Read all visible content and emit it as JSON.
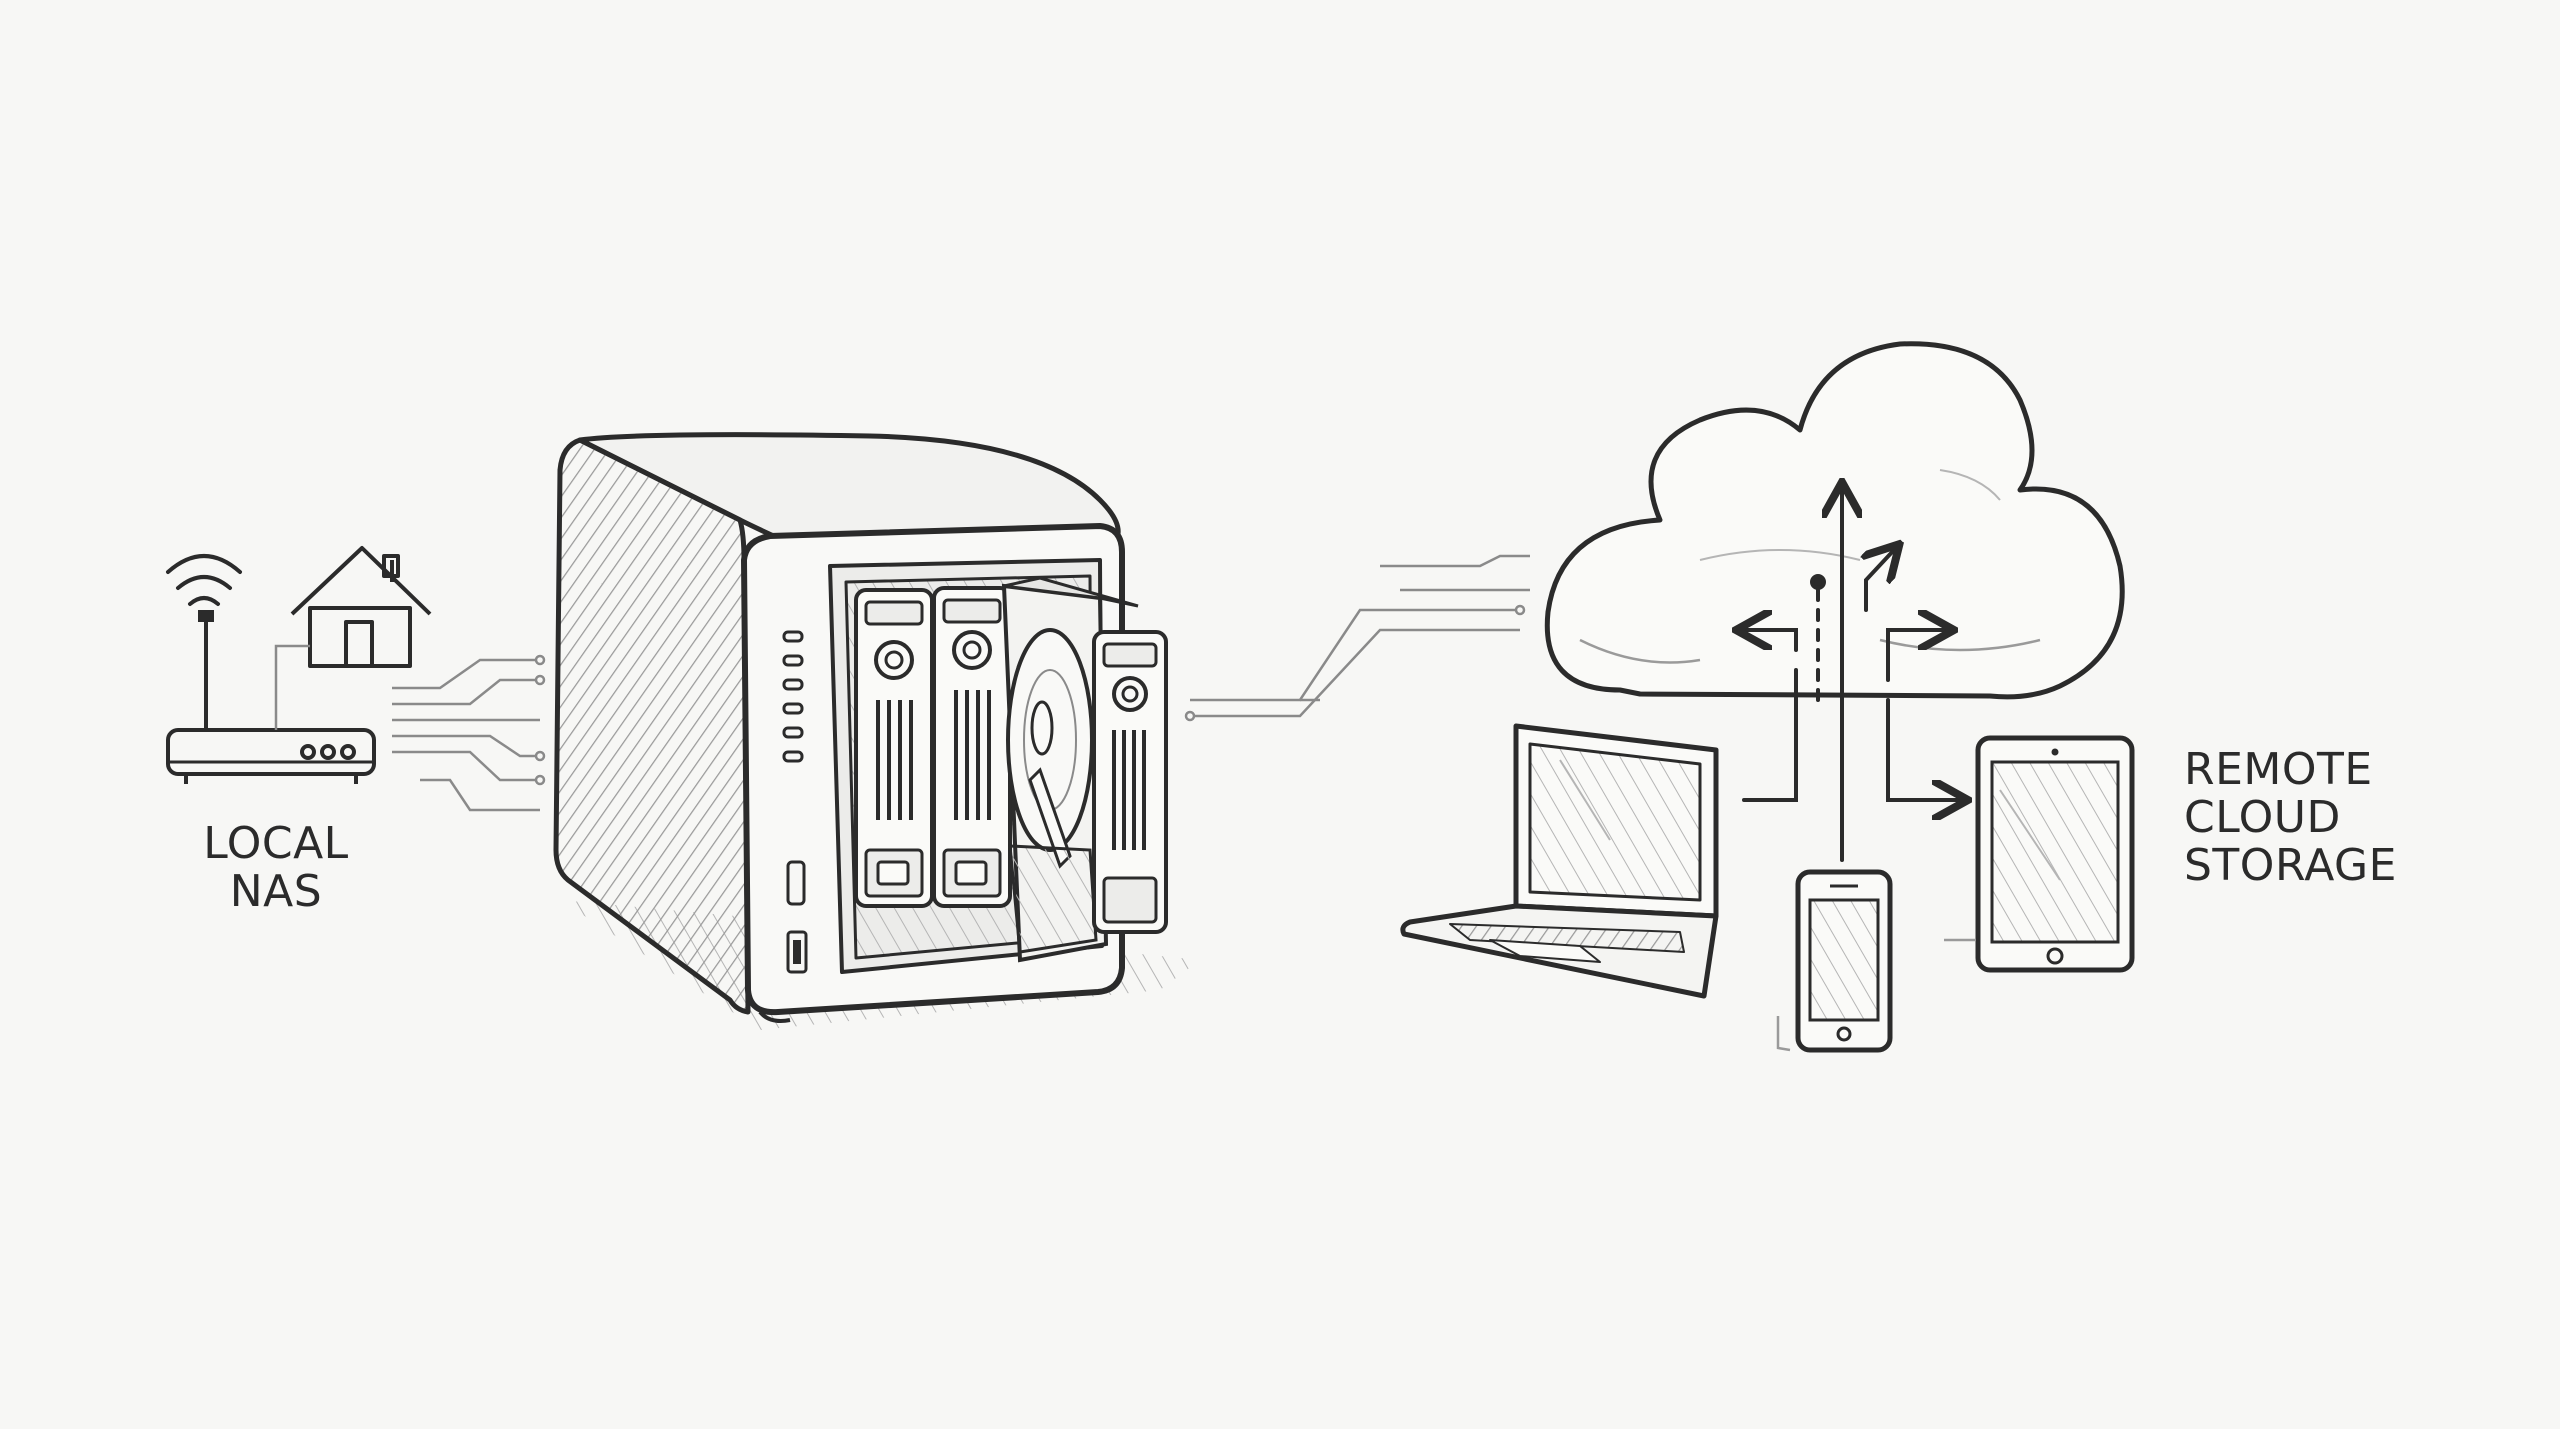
{
  "labels": {
    "local_nas": [
      "LOCAL",
      "NAS"
    ],
    "remote_cloud_storage": [
      "REMOTE",
      "CLOUD",
      "STORAGE"
    ]
  },
  "icons": [
    "wifi-icon",
    "router-icon",
    "house-icon",
    "nas-device-icon",
    "hard-drive-icon",
    "cloud-icon",
    "laptop-icon",
    "smartphone-icon",
    "tablet-icon",
    "arrow-icon"
  ],
  "colors": {
    "ink": "#2b2b2b",
    "paper": "#f7f7f5",
    "hatch": "#8a8a8a"
  }
}
